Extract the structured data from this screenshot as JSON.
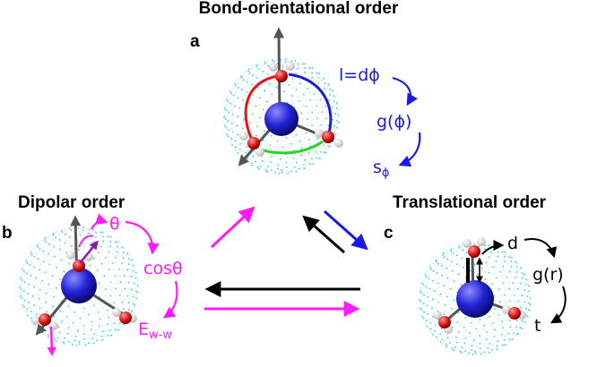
{
  "titles": {
    "bond": "Bond-orientational order",
    "dipolar": "Dipolar order",
    "translational": "Translational order"
  },
  "panels": {
    "a": "a",
    "b": "b",
    "c": "c"
  },
  "panel_a": {
    "arc_label": "l=dϕ",
    "func_label": "g(ϕ)",
    "entropy_label": "s",
    "entropy_sub": "ϕ"
  },
  "panel_b": {
    "angle_label": "θ",
    "cos_label": "cosθ",
    "energy_label": "E",
    "energy_sub": "w-w"
  },
  "panel_c": {
    "distance_label": "d",
    "func_label": "g(r)",
    "time_label": "t"
  },
  "colors": {
    "blue_text": "#1a1ae6",
    "magenta": "#ff1aff",
    "center_atom": "#2424d6",
    "shell_dots": "#44c8d8",
    "oxygen": "#e01818",
    "red_arc": "#e01818",
    "blue_arc": "#1a1ae6",
    "green_arc": "#22d822",
    "axis_arrow": "#555555",
    "dipole": "#8a1aa8"
  }
}
